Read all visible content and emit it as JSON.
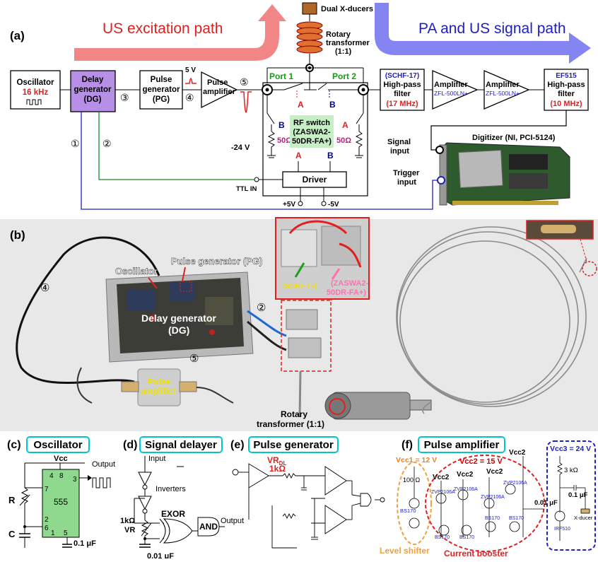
{
  "panel_a": {
    "label": "(a)",
    "excitation_label": "US excitation path",
    "signal_label": "PA and US signal path",
    "dual_xducers": "Dual X-ducers",
    "rotary_l1": "Rotary",
    "rotary_l2": "transformer",
    "rotary_l3": "(1:1)",
    "oscillator_l1": "Oscillator",
    "oscillator_freq": "16 kHz",
    "delay_l1": "Delay",
    "delay_l2": "generator",
    "delay_l3": "(DG)",
    "pg_l1": "Pulse",
    "pg_l2": "generator",
    "pg_l3": "(PG)",
    "pa_l1": "Pulse",
    "pa_l2": "amplifier",
    "five_v": "5 V",
    "minus24": "-24 V",
    "port1": "Port 1",
    "port2": "Port 2",
    "sw_a": "A",
    "sw_b": "B",
    "rf_l1": "RF switch",
    "rf_l2": "(ZASWA2-",
    "rf_l3": "50DR-FA+)",
    "ohm50": "50Ω",
    "driver": "Driver",
    "ttl_in": "TTL IN",
    "plus5v": "+5V",
    "minus5v": "-5V",
    "hpf1_l1": "(SCHF-17)",
    "hpf1_l2": "High-pass",
    "hpf1_l3": "filter",
    "hpf1_l4": "(17 MHz)",
    "amp_label": "Amplifier",
    "amp_model": "ZFL-500LN+",
    "hpf2_l1": "EF515",
    "hpf2_l2": "High-pass",
    "hpf2_l3": "filter",
    "hpf2_l4": "(10 MHz)",
    "signal_input_l1": "Signal",
    "signal_input_l2": "input",
    "trigger_input_l1": "Trigger",
    "trigger_input_l2": "input",
    "digitizer": "Digitizer (NI, PCI-5124)",
    "n1": "①",
    "n2": "②",
    "n3": "③",
    "n4": "④",
    "n5": "⑤"
  },
  "panel_b": {
    "label": "(b)",
    "oscillator": "Oscillator",
    "pulse_generator": "Pulse generator (PG)",
    "delay_l1": "Delay generator",
    "delay_l2": "(DG)",
    "pulse_amp_l1": "Pulse",
    "pulse_amp_l2": "amplifier",
    "rotary_l1": "Rotary",
    "rotary_l2": "transformer (1:1)",
    "inset_schf": "(SCHF-17)",
    "inset_rf_l1": "(ZASWA2-",
    "inset_rf_l2": "50DR-FA+)",
    "n2": "②",
    "n4": "④",
    "n5": "⑤"
  },
  "panel_c": {
    "label": "(c)",
    "title": "Oscillator",
    "vcc": "Vcc",
    "output": "Output",
    "chip": "555",
    "r": "R",
    "c": "C",
    "cap": "0.1 μF",
    "pins": [
      "4",
      "8",
      "7",
      "3",
      "2",
      "6",
      "1",
      "5"
    ]
  },
  "panel_d": {
    "label": "(d)",
    "title": "Signal delayer",
    "input": "Input",
    "inverters": "Inverters",
    "exor": "EXOR",
    "and": "AND",
    "output": "Output",
    "r": "1kΩ",
    "vr": "VR",
    "cap": "0.01 μF"
  },
  "panel_e": {
    "label": "(e)",
    "title": "Pulse generator",
    "vr": "VR",
    "vr_sub": "DL",
    "r": "1kΩ"
  },
  "panel_f": {
    "label": "(f)",
    "title": "Pulse amplifier",
    "vcc1": "Vcc1 = 12 V",
    "vcc2_top": "Vcc2 = 15 V",
    "vcc2": "Vcc2",
    "vcc3": "Vcc3 = 24 V",
    "r100": "100 Ω",
    "r3k": "3 kΩ",
    "c01": "0.1 μF",
    "c001": "0.01 μF",
    "zvp": "ZVP2106A",
    "bs": "BS170",
    "irf": "IRF510",
    "xducer": "X-ducer",
    "level_shifter": "Level shifter",
    "current_booster": "Current booster"
  }
}
